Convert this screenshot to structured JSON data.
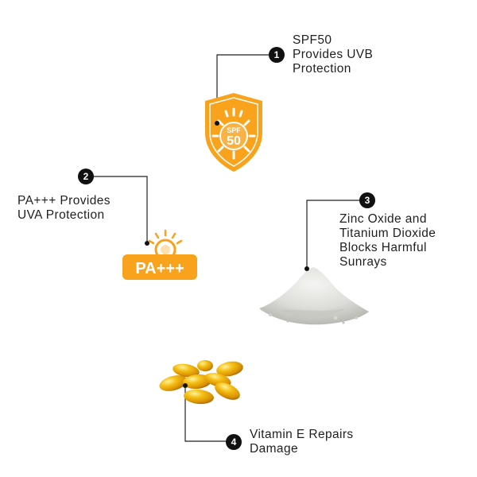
{
  "features": [
    {
      "badge": "1",
      "lines": [
        "SPF50",
        "Provides UVB",
        "Protection"
      ],
      "icon": "sun-shield-icon",
      "icon_text_top": "SPF",
      "icon_text_bottom": "50"
    },
    {
      "badge": "2",
      "lines": [
        "PA+++ Provides",
        "UVA Protection"
      ],
      "icon": "sun-pa-badge-icon",
      "icon_text": "PA+++"
    },
    {
      "badge": "3",
      "lines": [
        "Zinc Oxide and",
        "Titanium Dioxide",
        "Blocks Harmful",
        "Sunrays"
      ],
      "icon": "powder-pile-icon"
    },
    {
      "badge": "4",
      "lines": [
        "Vitamin E Repairs",
        "Damage"
      ],
      "icon": "vitamin-e-capsules-icon"
    }
  ],
  "colors": {
    "accent_orange": "#f9a21b",
    "accent_orange_dark": "#f08c00",
    "line": "#222222",
    "capsule_gold": "#e6a40a"
  }
}
